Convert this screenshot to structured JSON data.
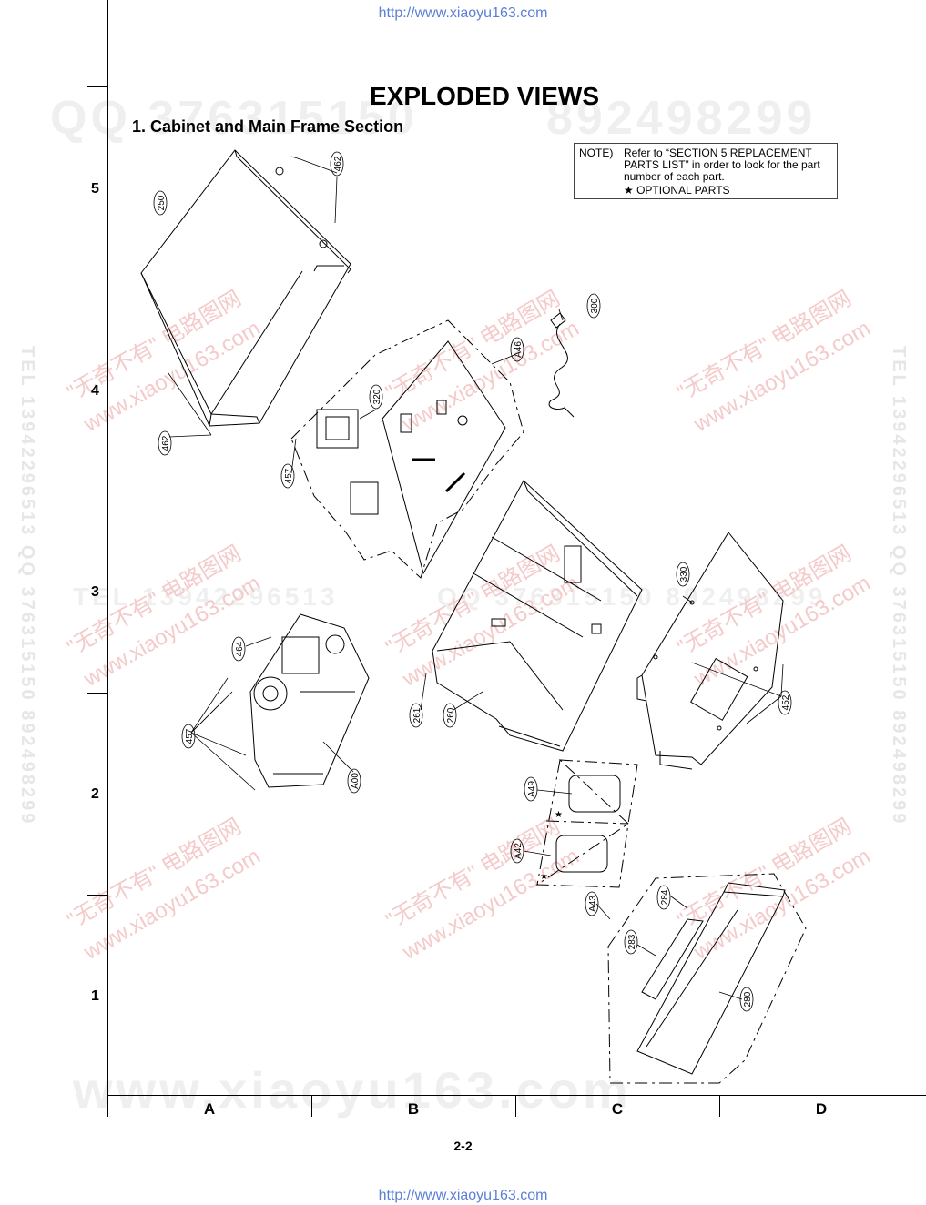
{
  "urls": {
    "top": "http://www.xiaoyu163.com",
    "bottom": "http://www.xiaoyu163.com"
  },
  "watermarks": {
    "qq_left": "QQ 376315150",
    "qq_right": "892498299",
    "tel_left": "TEL 13942296513",
    "qq_mid": "QQ 376315150 892498299",
    "www_bottom": "www.xiaoyu163.com",
    "side_left": "TEL 13942296513 QQ 376315150 892498299",
    "side_right": "TEL 13942296513 QQ 376315150 892498299",
    "cn_a": "\"无奇不有\" 电路图网",
    "cn_b": "www.xiaoyu163.com"
  },
  "title": "EXPLODED VIEWS",
  "section": "1. Cabinet and Main Frame Section",
  "note": {
    "label": "NOTE)",
    "text": "Refer to “SECTION 5 REPLACEMENT PARTS LIST” in order to look for the part number of each part.",
    "optional": "★  OPTIONAL PARTS"
  },
  "rows": [
    "5",
    "4",
    "3",
    "2",
    "1"
  ],
  "columns": [
    "A",
    "B",
    "C",
    "D"
  ],
  "page_number": "2-2",
  "callouts": {
    "c250": "250",
    "c462a": "462",
    "c462b": "462",
    "c300": "300",
    "A46": "A46",
    "c320": "320",
    "c457a": "457",
    "c330": "330",
    "c464": "464",
    "c457b": "457",
    "A00": "A00",
    "c261": "261",
    "c260": "260",
    "c452": "452",
    "A49": "A49",
    "A42": "A42",
    "A43": "A43",
    "c284": "284",
    "c283": "283",
    "c280": "280"
  },
  "symbols": {
    "star": "★"
  }
}
